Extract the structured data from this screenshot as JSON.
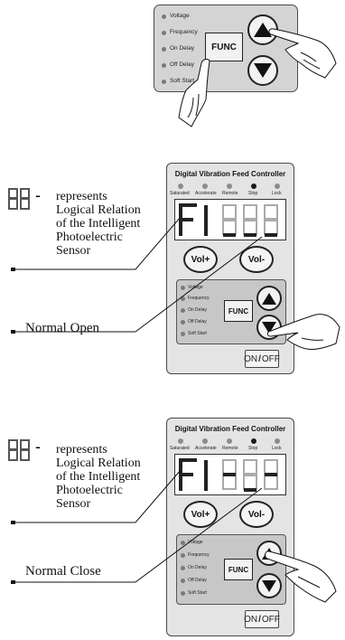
{
  "top_panel": {
    "indicators": [
      "Voltage",
      "Frequency",
      "On Delay",
      "Off Delay",
      "Soft Start"
    ],
    "func_label": "FUNC",
    "up_button": "up-arrow",
    "down_button": "down-arrow"
  },
  "controller": {
    "title": "Digital Vibration Feed Controller",
    "status_leds": [
      "Saturated",
      "Accelerate",
      "Remote",
      "Stop",
      "Lock"
    ],
    "vol_plus": "Vol+",
    "vol_minus": "Vol-",
    "indicators": [
      "Voltage",
      "Frequency",
      "On Delay",
      "Off Delay",
      "Soft Start"
    ],
    "func_label": "FUNC",
    "on_off_on": "ON",
    "on_off_sep": "/",
    "on_off_off": "OFF"
  },
  "section1": {
    "dash": "-",
    "description_lines": [
      "represents",
      "Logical Relation",
      "of the Intelligent",
      "Photoelectric",
      "Sensor"
    ],
    "mode_label": "Normal Open",
    "display_code": "F1___"
  },
  "section2": {
    "dash": "-",
    "description_lines": [
      "represents",
      "Logical Relation",
      "of the Intelligent",
      "Photoelectric",
      "Sensor"
    ],
    "mode_label": "Normal Close",
    "display_code": "F1-_-"
  }
}
